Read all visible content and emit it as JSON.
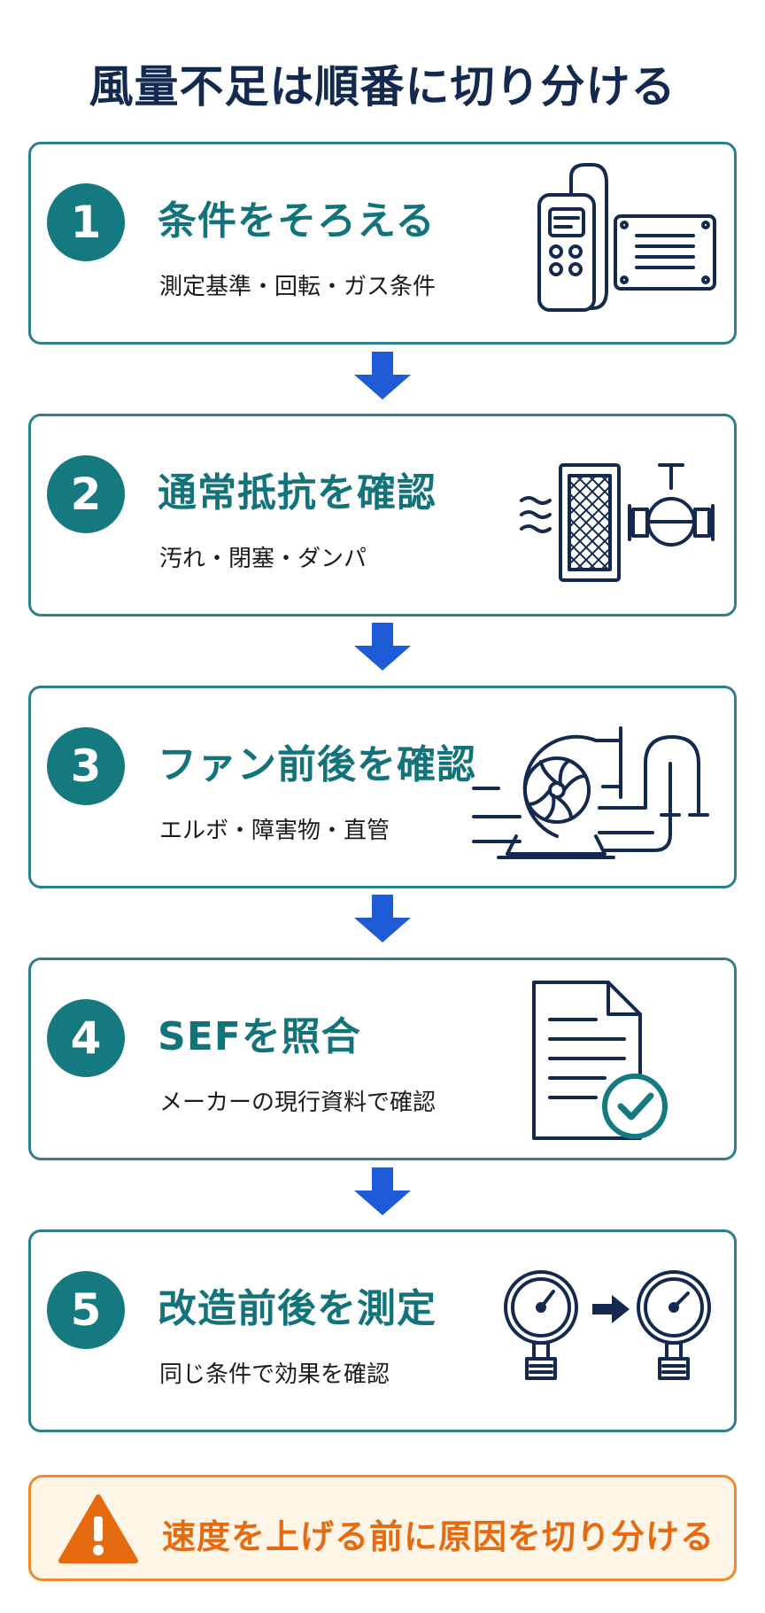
{
  "title": "風量不足は順番に切り分ける",
  "steps": [
    {
      "number": "1",
      "heading": "条件をそろえる",
      "sub": "測定基準・回転・ガス条件",
      "illustration": "meter-and-nameplate-icon"
    },
    {
      "number": "2",
      "heading": "通常抵抗を確認",
      "sub": "汚れ・閉塞・ダンパ",
      "illustration": "filter-and-damper-icon"
    },
    {
      "number": "3",
      "heading": "ファン前後を確認",
      "sub": "エルボ・障害物・直管",
      "illustration": "fan-and-elbow-icon"
    },
    {
      "number": "4",
      "heading": "SEFを照合",
      "sub": "メーカーの現行資料で確認",
      "illustration": "document-check-icon"
    },
    {
      "number": "5",
      "heading": "改造前後を測定",
      "sub": "同じ条件で効果を確認",
      "illustration": "gauge-comparison-icon"
    }
  ],
  "warning": {
    "text": "速度を上げる前に原因を切り分ける",
    "icon": "warning-icon"
  },
  "colors": {
    "navy": "#14294f",
    "teal": "#147a80",
    "border": "#2f7f8a",
    "arrow": "#1f5bd6",
    "orange": "#e56a10",
    "warningFill": "#fff5e7"
  }
}
